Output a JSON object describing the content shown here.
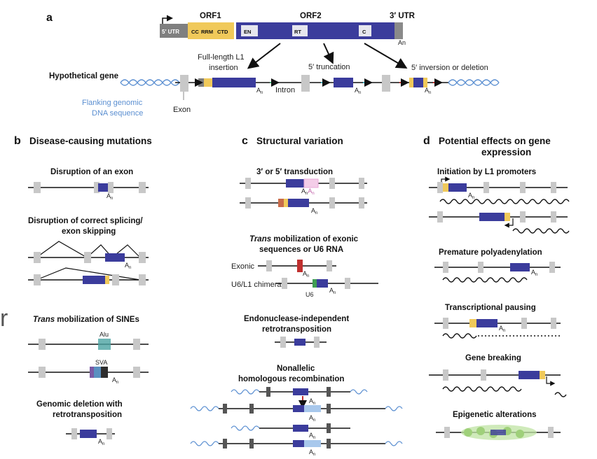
{
  "panel_a": {
    "letter": "a",
    "orf1": "ORF1",
    "orf2": "ORF2",
    "utr3": "3′ UTR",
    "utr5": "5′ UTR",
    "cc": "CC",
    "rrm": "RRM",
    "ctd": "CTD",
    "en": "EN",
    "rt": "RT",
    "c": "C",
    "polyA": "An",
    "fulllength": "Full-length L1",
    "insertion": "insertion",
    "truncation": "5′ truncation",
    "inversion": "5′ inversion or deletion",
    "hypothetical": "Hypothetical gene",
    "flanking1": "Flanking genomic",
    "flanking2": "DNA sequence",
    "exon": "Exon",
    "intron": "Intron"
  },
  "panel_b": {
    "letter": "b",
    "title": "Disease-causing mutations",
    "disruption": "Disruption of an exon",
    "splicing1": "Disruption of correct splicing/",
    "splicing2": "exon skipping",
    "trans_italic": "Trans",
    "trans_rest": " mobilization of SINEs",
    "alu": "Alu",
    "sva": "SVA",
    "deletion1": "Genomic deletion with",
    "deletion2": "retrotransposition"
  },
  "panel_c": {
    "letter": "c",
    "title": "Structural variation",
    "transduction": "3′ or 5′ transduction",
    "trans_italic": "Trans",
    "trans_rest": " mobilization of exonic",
    "trans_line2": "sequences or U6 RNA",
    "exonic": "Exonic",
    "u6chimeras": "U6/L1 chimeras",
    "u6": "U6",
    "endo1": "Endonuclease-independent",
    "endo2": "retrotransposition",
    "nahr1": "Nonallelic",
    "nahr2": "homologous recombination"
  },
  "panel_d": {
    "letter": "d",
    "title1": "Potential effects on gene",
    "title2": "expression",
    "initiation": "Initiation by L1 promoters",
    "premature": "Premature polyadenylation",
    "pausing": "Transcriptional pausing",
    "breaking": "Gene breaking",
    "epigenetic": "Epigenetic alterations"
  },
  "margin_letter": "r",
  "colors": {
    "l1_blue": "#3b3c9c",
    "utr_gray": "#808080",
    "orf1_yellow": "#f0c95a",
    "exon_gray": "#c8c8c8",
    "dna_blue": "#5b8fd1",
    "promoter_arrow": "#111111",
    "transduction_pink": "#e9a8d8",
    "exonic_red": "#c0302f",
    "u6_green": "#3f9e52",
    "epigenetic_green": "#9fd07a"
  }
}
